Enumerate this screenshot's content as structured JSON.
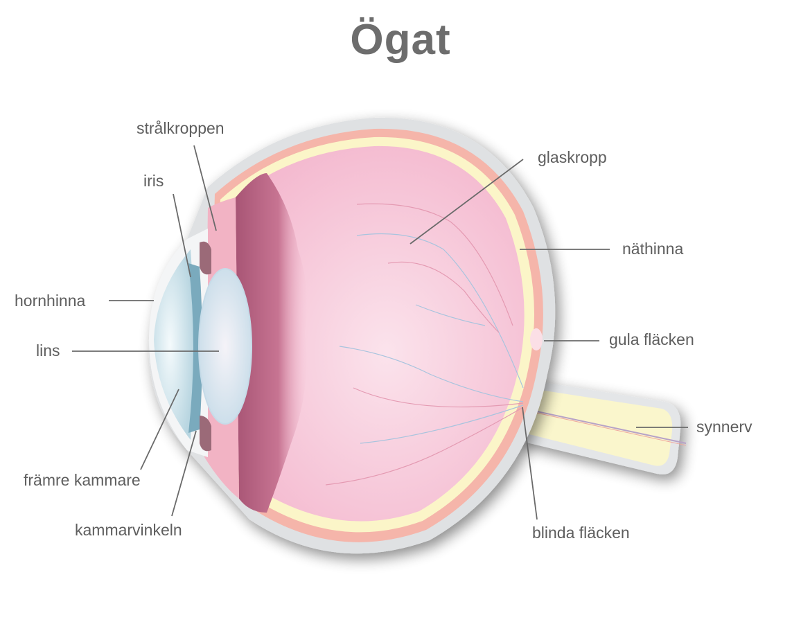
{
  "title": "Ögat",
  "labels": {
    "stralkroppen": "strålkroppen",
    "iris": "iris",
    "hornhinna": "hornhinna",
    "lins": "lins",
    "framre_kammare": "främre kammare",
    "kammarvinkeln": "kammarvinkeln",
    "glaskropp": "glaskropp",
    "nathinna": "näthinna",
    "gula_flacken": "gula fläcken",
    "synnerv": "synnerv",
    "blinda_flacken": "blinda fläcken"
  },
  "colors": {
    "title": "#6d6d6d",
    "label": "#5e5e5e",
    "leader_line": "#6a6a6a",
    "sclera": "#dfe1e3",
    "choroid": "#f5b5aa",
    "retina": "#fbf5c8",
    "vitreous": "#f7c6d6",
    "ciliary": "#b8607e",
    "cornea": "#cfe3ea",
    "lens": "#e4eef5",
    "optic_nerve": "#faf6cc"
  }
}
